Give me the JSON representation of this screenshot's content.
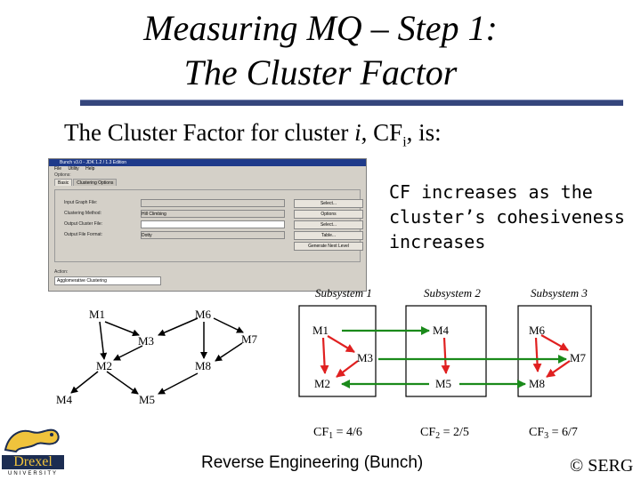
{
  "slide": {
    "title_line1": "Measuring MQ – Step 1:",
    "title_line2": "The Cluster Factor",
    "subtitle_prefix": "The Cluster Factor for cluster ",
    "subtitle_var": "i",
    "subtitle_cf": ", CF",
    "subtitle_sub": "i",
    "subtitle_suffix": ", is:",
    "note": "CF increases as the cluster’s cohesiveness increases",
    "footer": "Reverse Engineering (Bunch)",
    "copyright": "© SERG"
  },
  "logo": {
    "word": "Drexel",
    "university": "UNIVERSITY"
  },
  "screenshot": {
    "window_title": "Bunch v3.0 - JDK 1.2 / 1.3 Edition",
    "menus": [
      "File",
      "Utility",
      "Help"
    ],
    "options_label": "Options:",
    "tabs": [
      "Basic",
      "Clustering Options"
    ],
    "fields": [
      {
        "label": "Input Graph File:",
        "button": "Select..."
      },
      {
        "label": "Clustering Method:",
        "value": "Hill Climbing",
        "button": "Options"
      },
      {
        "label": "Output Cluster File:",
        "button": "Select..."
      },
      {
        "label": "Output File Format:",
        "value": "Dotty",
        "button": "Table..."
      }
    ],
    "extra_button": "Generate Next Level",
    "action_label": "Action:",
    "action_value": "Agglomerative Clustering"
  },
  "left_graph": {
    "nodes": [
      "M1",
      "M6",
      "M3",
      "M7",
      "M2",
      "M8",
      "M4",
      "M5"
    ]
  },
  "right_graph": {
    "subsystems": [
      "Subsystem 1",
      "Subsystem 2",
      "Subsystem 3"
    ],
    "nodes": [
      "M1",
      "M4",
      "M6",
      "M3",
      "M7",
      "M2",
      "M5",
      "M8"
    ],
    "cf": [
      {
        "name": "CF",
        "sub": "1",
        "value": " = 4/6"
      },
      {
        "name": "CF",
        "sub": "2",
        "value": " = 2/5"
      },
      {
        "name": "CF",
        "sub": "3",
        "value": " = 6/7"
      }
    ],
    "colors": {
      "intra": "#e02020",
      "inter": "#1a8a1a",
      "box": "#000000"
    }
  }
}
